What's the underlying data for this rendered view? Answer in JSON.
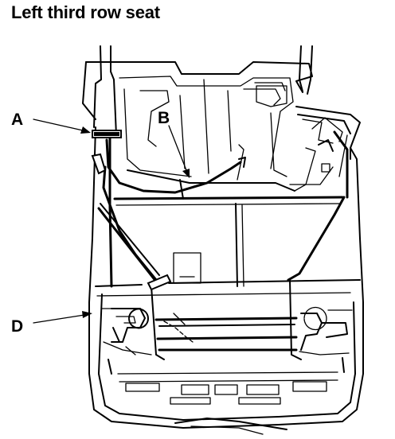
{
  "title": "Left third row seat",
  "callouts": {
    "a": "A",
    "b": "B",
    "d": "D"
  }
}
